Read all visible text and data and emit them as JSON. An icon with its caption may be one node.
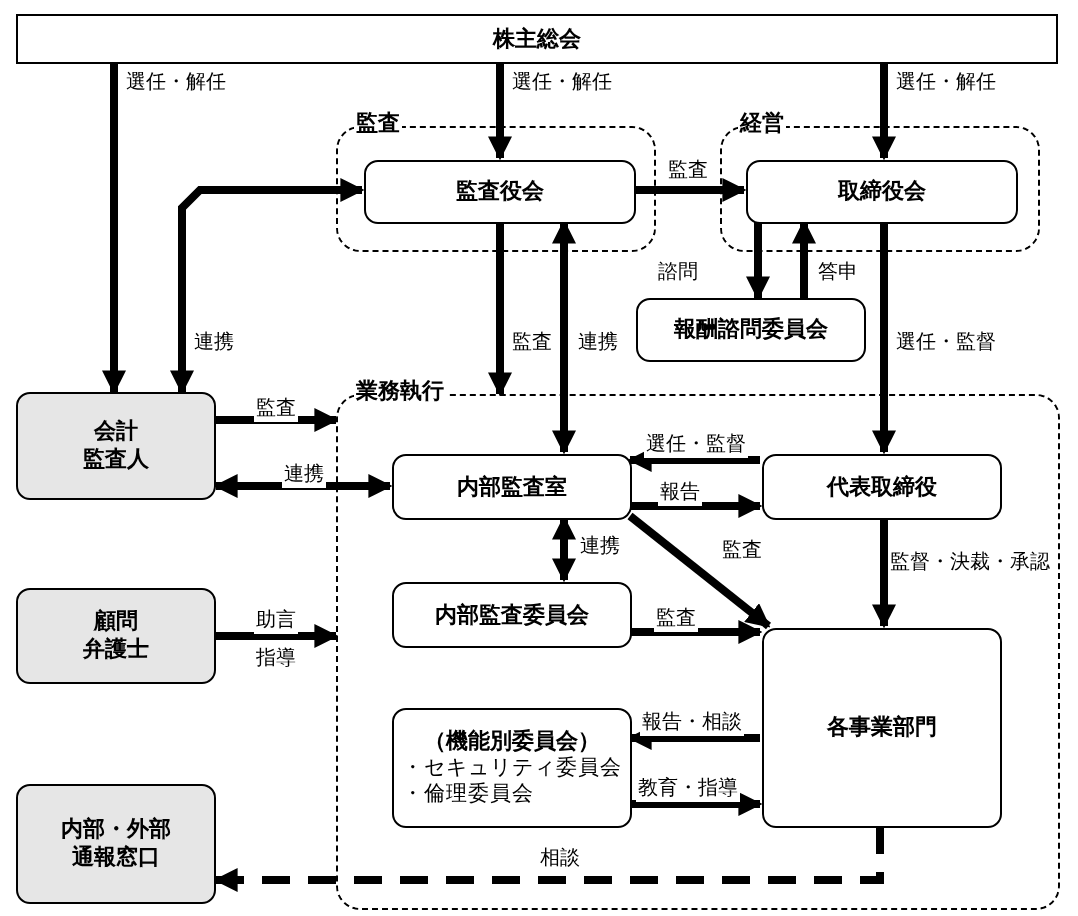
{
  "diagram": {
    "nodes": [
      {
        "text": [
          "株主総会"
        ]
      },
      {
        "text": [
          "監査"
        ]
      },
      {
        "text": [
          "監査役会"
        ],
        "in": 1
      },
      {
        "text": [
          "経営"
        ]
      },
      {
        "text": [
          "取締役会"
        ],
        "in": 3
      },
      {
        "text": [
          "報酬諮問委員会"
        ]
      },
      {
        "text": [
          "会計監査人"
        ]
      },
      {
        "text": [
          "業務執行"
        ]
      },
      {
        "text": [
          "内部監査室"
        ],
        "in": 7
      },
      {
        "text": [
          "代表取締役"
        ],
        "in": 7
      },
      {
        "text": [
          "内部監査委員会"
        ],
        "in": 7
      },
      {
        "text": [
          "各事業部門"
        ],
        "in": 7
      },
      {
        "text": [
          "（機能別委員会）",
          "・セキュリティ委員会",
          "・倫理委員会"
        ],
        "in": 7
      },
      {
        "text": [
          "顧問弁護士"
        ]
      },
      {
        "text": [
          "内部・外部通報窓口"
        ]
      }
    ],
    "edges": [
      {
        "from": 0,
        "to": 6,
        "arrow": "to",
        "label": "選任・解任"
      },
      {
        "from": 0,
        "to": 2,
        "arrow": "to",
        "label": "選任・解任"
      },
      {
        "from": 0,
        "to": 4,
        "arrow": "to",
        "label": "選任・解任"
      },
      {
        "from": 2,
        "to": 4,
        "arrow": "to",
        "label": "監査"
      },
      {
        "from": 6,
        "to": 2,
        "arrow": "both",
        "label": "連携"
      },
      {
        "from": 2,
        "to": 7,
        "arrow": "to",
        "label": "監査"
      },
      {
        "from": 8,
        "to": 2,
        "arrow": "both",
        "label": "連携"
      },
      {
        "from": 4,
        "to": 5,
        "arrow": "to",
        "label": "諮問"
      },
      {
        "from": 5,
        "to": 4,
        "arrow": "to",
        "label": "答申"
      },
      {
        "from": 4,
        "to": 9,
        "arrow": "to",
        "label": "選任・監督"
      },
      {
        "from": 6,
        "to": 7,
        "arrow": "to",
        "label": "監査"
      },
      {
        "from": 6,
        "to": 8,
        "arrow": "both",
        "label": "連携"
      },
      {
        "from": 9,
        "to": 8,
        "arrow": "to",
        "label": "選任・監督"
      },
      {
        "from": 8,
        "to": 9,
        "arrow": "to",
        "label": "報告"
      },
      {
        "from": 8,
        "to": 11,
        "arrow": "to",
        "label": "監査"
      },
      {
        "from": 8,
        "to": 10,
        "arrow": "both",
        "label": "連携"
      },
      {
        "from": 9,
        "to": 11,
        "arrow": "to",
        "label": "監督・決裁・承認"
      },
      {
        "from": 10,
        "to": 11,
        "arrow": "to",
        "label": "監査"
      },
      {
        "from": 13,
        "to": 7,
        "arrow": "to",
        "label": "助言"
      },
      {
        "from": 11,
        "to": 12,
        "arrow": "to",
        "label": "報告・相談"
      },
      {
        "from": 12,
        "to": 11,
        "arrow": "to",
        "label": "教育・指導"
      },
      {
        "from": 11,
        "to": 14,
        "arrow": "to",
        "label": "相談",
        "style": "dashed"
      }
    ],
    "labels": [
      "指導"
    ]
  }
}
